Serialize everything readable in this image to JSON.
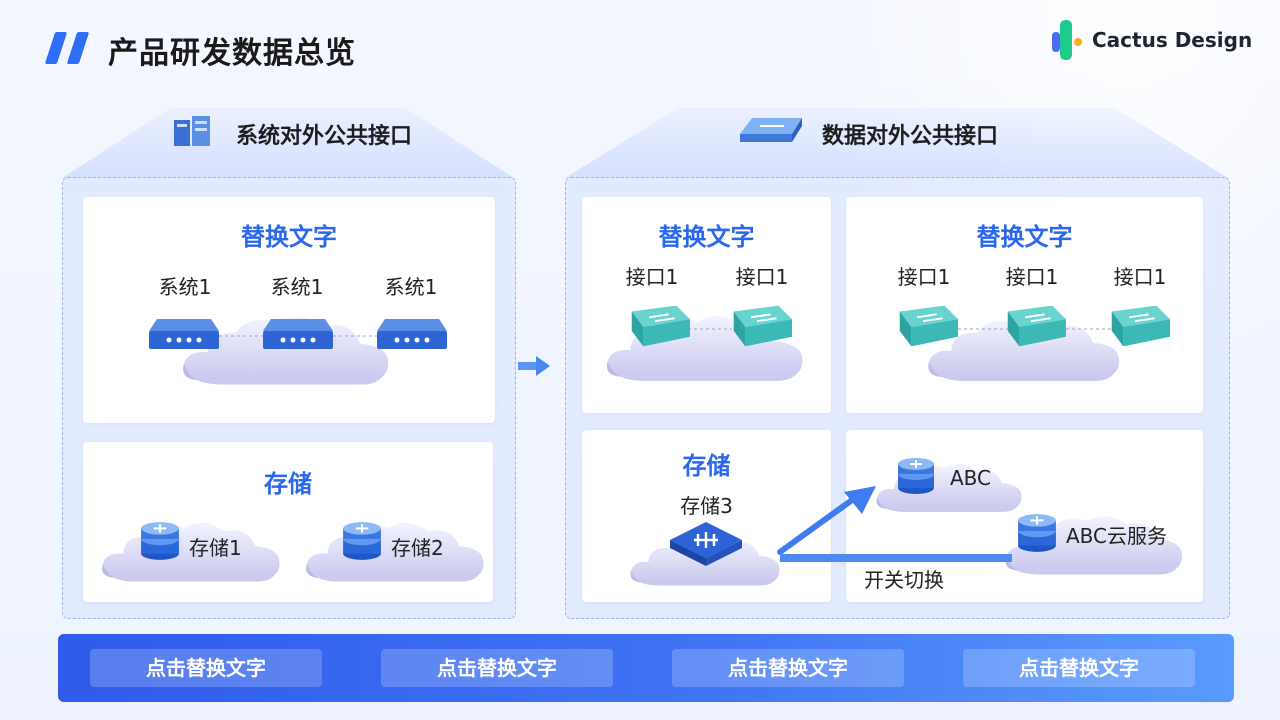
{
  "header": {
    "title": "产品研发数据总览",
    "brand": "Cactus Design"
  },
  "left": {
    "heading": "系统对外公共接口",
    "card1": {
      "title": "替换文字",
      "items": [
        "系统1",
        "系统1",
        "系统1"
      ]
    },
    "card2": {
      "title": "存储",
      "items": [
        "存储1",
        "存储2"
      ]
    }
  },
  "right": {
    "heading": "数据对外公共接口",
    "card1": {
      "title": "替换文字",
      "items": [
        "接口1",
        "接口1"
      ]
    },
    "card2": {
      "title": "替换文字",
      "items": [
        "接口1",
        "接口1",
        "接口1"
      ]
    },
    "card3": {
      "title": "存储",
      "item": "存储3"
    },
    "card4": {
      "items": [
        "ABC",
        "ABC云服务"
      ],
      "link_label": "开关切换"
    }
  },
  "footer": {
    "buttons": [
      "点击替换文字",
      "点击替换文字",
      "点击替换文字",
      "点击替换文字"
    ]
  },
  "colors": {
    "accent": "#2a66ee",
    "footer": "#3f74f4",
    "teal": "#3fb9b9"
  }
}
